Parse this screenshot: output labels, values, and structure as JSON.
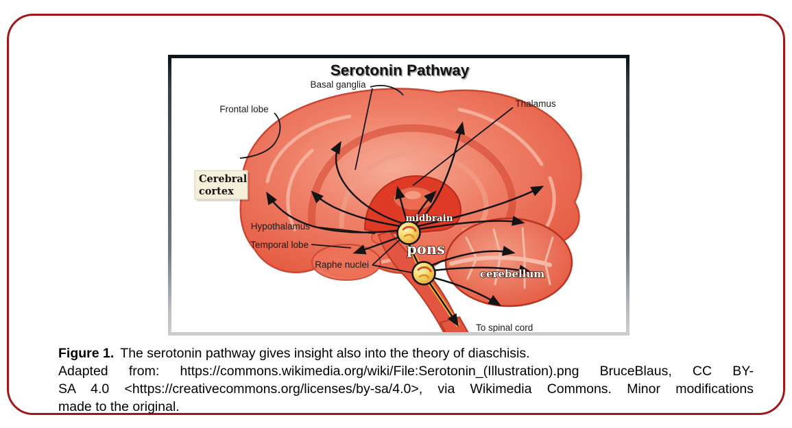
{
  "figure": {
    "illustration": {
      "title": "Serotonin Pathway",
      "labels": {
        "basal_ganglia": "Basal ganglia",
        "frontal_lobe": "Frontal lobe",
        "thalamus": "Thalamus",
        "cerebral_cortex_line1": "Cerebral",
        "cerebral_cortex_line2": "cortex",
        "hypothalamus": "Hypothalamus",
        "temporal_lobe": "Temporal lobe",
        "raphe_nuclei": "Raphe nuclei",
        "midbrain": "midbrain",
        "pons": "pons",
        "cerebellum": "cerebellum",
        "to_spinal_cord": "To spinal cord"
      }
    },
    "caption": {
      "figure_label": "Figure 1.",
      "line1": "The serotonin pathway gives insight also into the theory of diaschisis.",
      "line2": "Adapted from: https://commons.wikimedia.org/wiki/File:Serotonin_(Illustration).png BruceBlaus, CC BY-",
      "line3": "SA 4.0 <https://creativecommons.org/licenses/by-sa/4.0>, via Wikimedia Commons. Minor modifications",
      "line4": "made to the original."
    },
    "colors": {
      "panel_border_red": "#a21818",
      "illustration_frame_dark": "#0c141c",
      "illustration_frame_light": "#c9cdd0",
      "cortex_salmon": "#ef8169",
      "deep_red": "#df3a26",
      "label_box_bg": "#f6f0da",
      "raphe_node_yellow": "#f5d967",
      "arrow_black": "#141414"
    }
  }
}
